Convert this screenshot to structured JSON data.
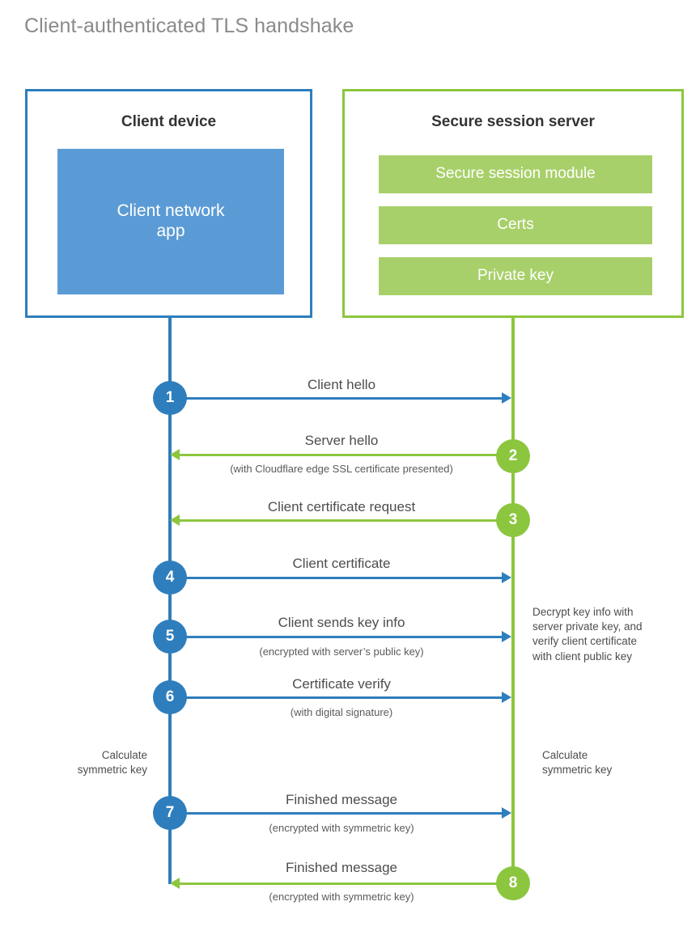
{
  "title": "Client-authenticated TLS handshake",
  "colors": {
    "client_blue": "#2e7ebd",
    "client_app_fill": "#5b9bd5",
    "server_green": "#8cc63e",
    "server_bar_fill": "#a8d06a",
    "title_gray": "#8a8a8a",
    "label_gray": "#4d4d4d"
  },
  "client_box": {
    "title": "Client device",
    "app_label": "Client network\napp",
    "app_label_line1": "Client network",
    "app_label_line2": "app"
  },
  "server_box": {
    "title": "Secure session server",
    "items": [
      {
        "label": "Secure session module"
      },
      {
        "label": "Certs"
      },
      {
        "label": "Private key"
      }
    ]
  },
  "steps": [
    {
      "number": "1",
      "label": "Client hello",
      "sub": "",
      "direction": "client-to-server",
      "color": "blue"
    },
    {
      "number": "2",
      "label": "Server hello",
      "sub": "(with Cloudflare edge SSL certificate presented)",
      "direction": "server-to-client",
      "color": "green"
    },
    {
      "number": "3",
      "label": "Client certificate request",
      "sub": "",
      "direction": "server-to-client",
      "color": "green"
    },
    {
      "number": "4",
      "label": "Client certificate",
      "sub": "",
      "direction": "client-to-server",
      "color": "blue"
    },
    {
      "number": "5",
      "label": "Client sends key info",
      "sub": "(encrypted with server’s public key)",
      "direction": "client-to-server",
      "color": "blue"
    },
    {
      "number": "6",
      "label": "Certificate verify",
      "sub": "(with digital signature)",
      "direction": "client-to-server",
      "color": "blue"
    },
    {
      "number": "7",
      "label": "Finished message",
      "sub": "(encrypted with symmetric key)",
      "direction": "client-to-server",
      "color": "blue"
    },
    {
      "number": "8",
      "label": "Finished message",
      "sub": "(encrypted with symmetric key)",
      "direction": "server-to-client",
      "color": "green"
    }
  ],
  "annotations": {
    "server_decrypt": {
      "line1": "Decrypt key info with",
      "line2": "server private key, and",
      "line3": "verify client certificate",
      "line4": "with client public key"
    },
    "client_calculate": {
      "line1": "Calculate",
      "line2": "symmetric key"
    },
    "server_calculate": {
      "line1": "Calculate",
      "line2": "symmetric key"
    }
  }
}
